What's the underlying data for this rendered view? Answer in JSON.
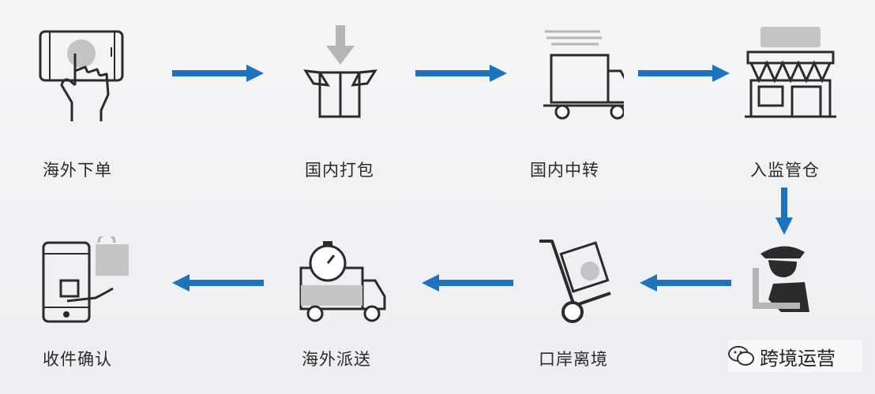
{
  "steps": [
    {
      "label": "海外下单",
      "icon": "phone-tap-icon"
    },
    {
      "label": "国内打包",
      "icon": "box-package-icon"
    },
    {
      "label": "国内中转",
      "icon": "truck-icon"
    },
    {
      "label": "入监管仓",
      "icon": "warehouse-store-icon"
    },
    {
      "label": "",
      "icon": "customs-officer-icon"
    },
    {
      "label": "口岸离境",
      "icon": "hand-truck-icon"
    },
    {
      "label": "海外派送",
      "icon": "delivery-truck-timer-icon"
    },
    {
      "label": "收件确认",
      "icon": "phone-receive-icon"
    }
  ],
  "watermark": {
    "text": "跨境运营"
  },
  "colors": {
    "arrow": "#1e73be",
    "icon_stroke": "#2b2b2b",
    "icon_gray": "#b5b5b5"
  }
}
